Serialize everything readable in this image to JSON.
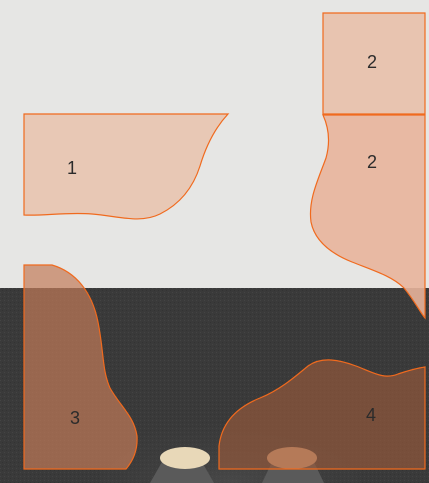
{
  "colors": {
    "background_light": "#e6e6e4",
    "background_dark": "#3a3a3a",
    "region_fill_light": "#e8c2ad",
    "region_fill_dark": "#b46a45",
    "region_stroke": "#f06a1e"
  },
  "regions": [
    {
      "id": "1",
      "label": "1"
    },
    {
      "id": "2a",
      "label": "2"
    },
    {
      "id": "2b",
      "label": "2"
    },
    {
      "id": "3",
      "label": "3"
    },
    {
      "id": "4",
      "label": "4"
    }
  ]
}
